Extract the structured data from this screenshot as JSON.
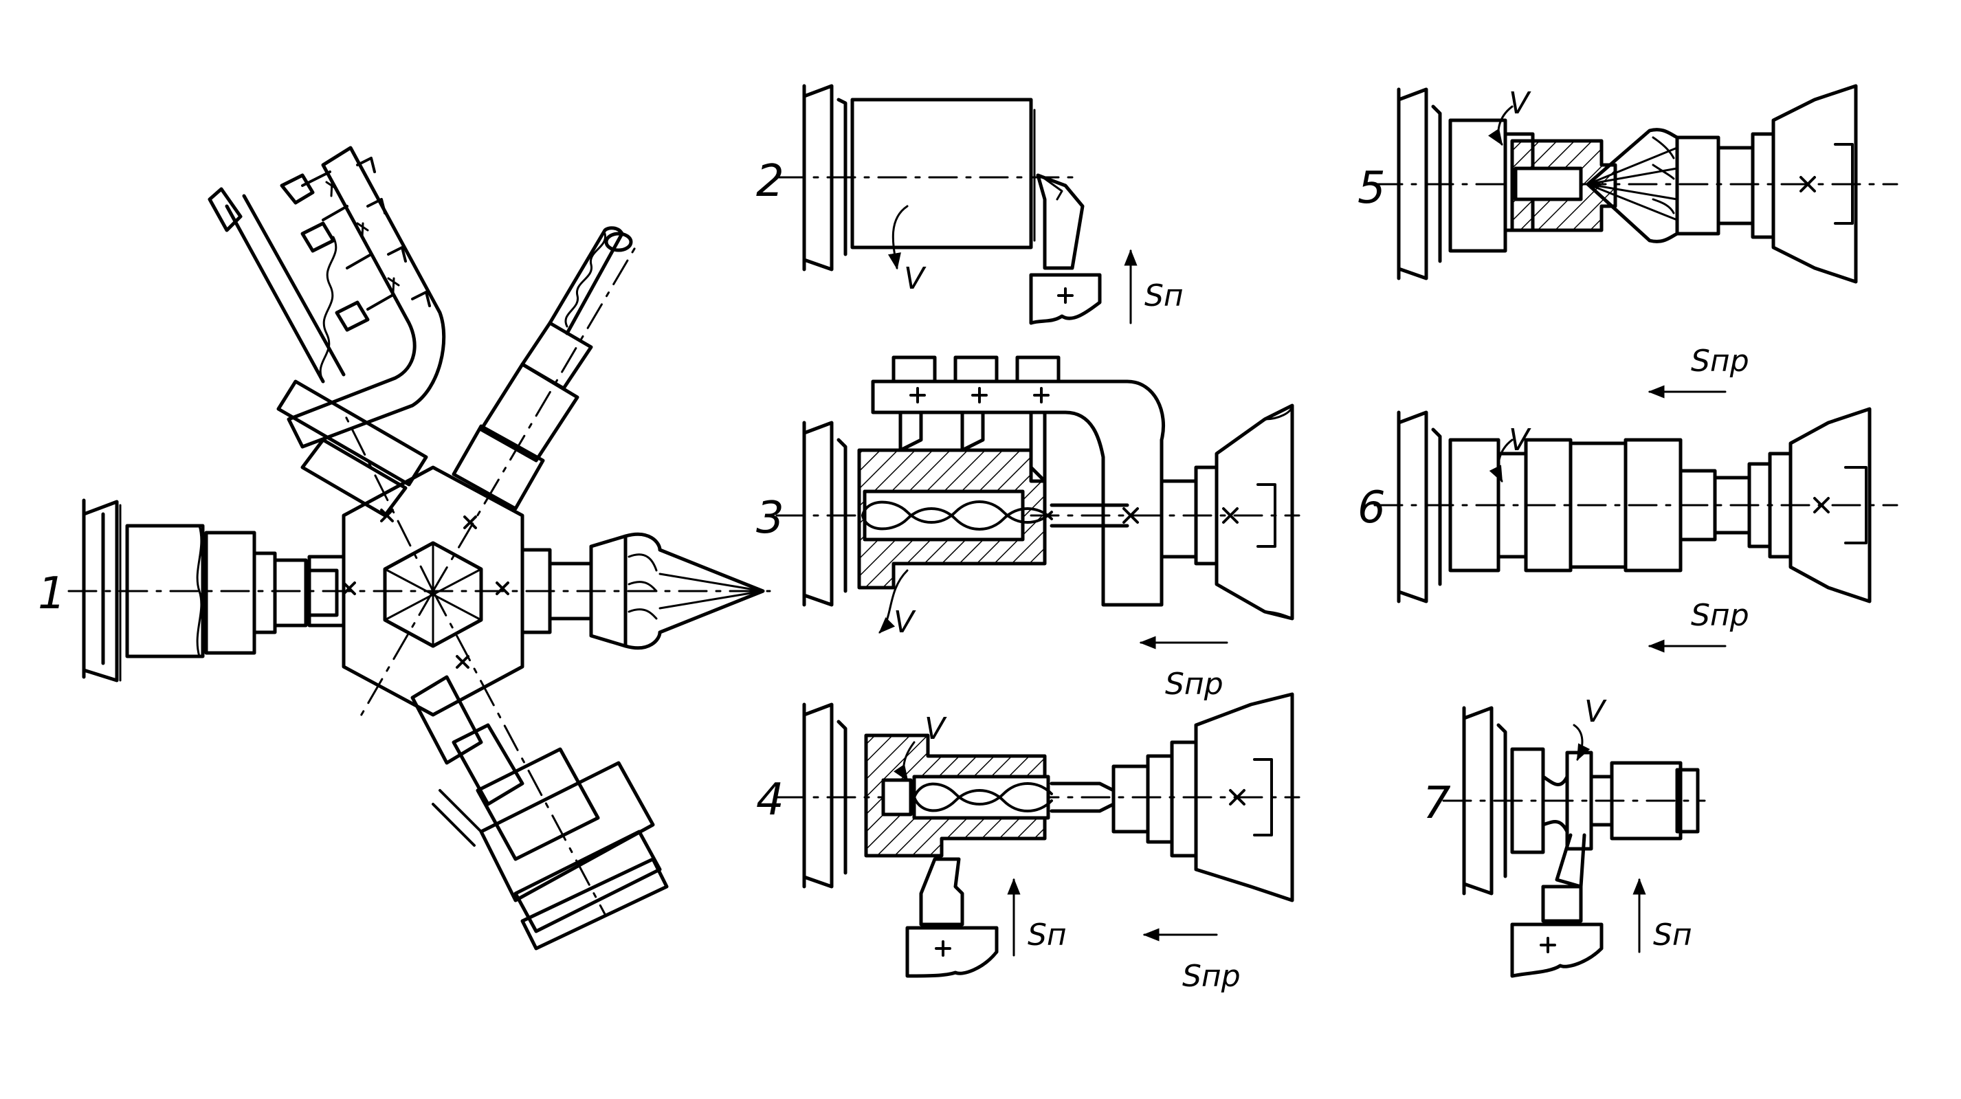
{
  "figures": [
    {
      "id": "1",
      "number": "1"
    },
    {
      "id": "2",
      "number": "2",
      "rotation_label": "V",
      "feed_label": "Sп"
    },
    {
      "id": "3",
      "number": "3",
      "rotation_label": "V",
      "feed_label": "Sпр"
    },
    {
      "id": "4",
      "number": "4",
      "rotation_label": "V",
      "feed_label_1": "Sп",
      "feed_label_2": "Sпр"
    },
    {
      "id": "5",
      "number": "5",
      "rotation_label": "V"
    },
    {
      "id": "6",
      "number": "6",
      "rotation_label": "V",
      "feed_label_top": "Sпр",
      "feed_label_bottom": "Sпр"
    },
    {
      "id": "7",
      "number": "7",
      "rotation_label": "V",
      "feed_label": "Sп"
    }
  ],
  "colors": {
    "ink": "#000000",
    "background": "#ffffff"
  }
}
